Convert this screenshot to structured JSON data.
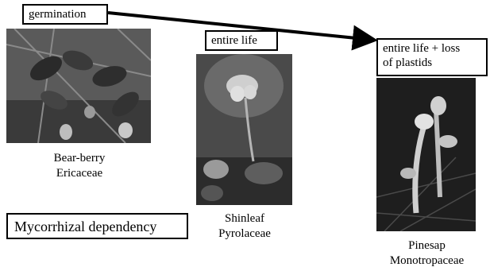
{
  "stages": {
    "germination": "germination",
    "entire_life": "entire life",
    "entire_life_loss": [
      "entire life + loss",
      "of plastids"
    ]
  },
  "plants": [
    {
      "common_name": "Bear-berry",
      "family": "Ericaceae"
    },
    {
      "common_name": "Shinleaf",
      "family": "Pyrolaceae"
    },
    {
      "common_name": "Pinesap",
      "family": "Monotropaceae"
    }
  ],
  "legend_label": "Mycorrhizal dependency",
  "arrow_color": "#000000"
}
